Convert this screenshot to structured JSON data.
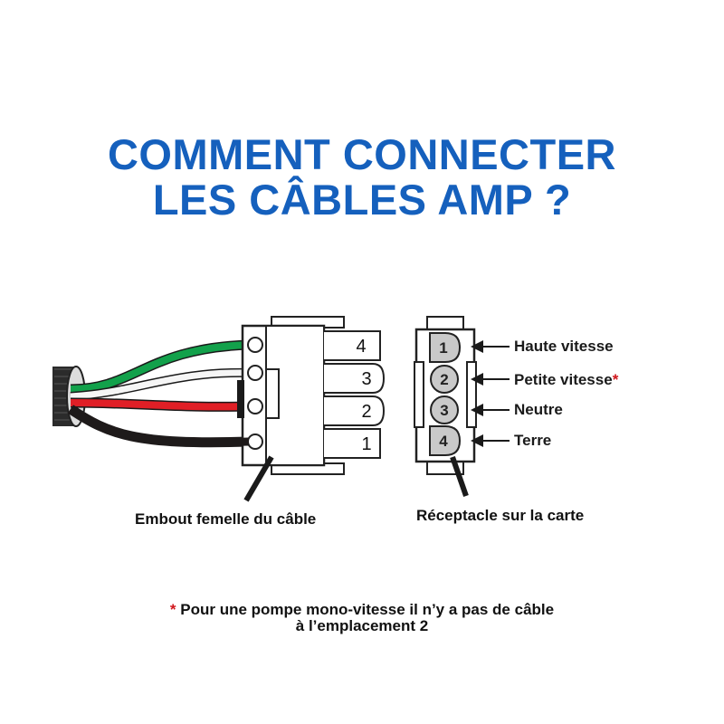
{
  "title": {
    "line1": "COMMENT CONNECTER",
    "line2": "LES CÂBLES AMP ?",
    "color": "#1560bd"
  },
  "plug": {
    "caption": "Embout femelle du câble",
    "slots": [
      "4",
      "3",
      "2",
      "1"
    ],
    "wire_colors": {
      "green": "#12a14b",
      "white": "#f2f2f2",
      "red": "#e01f26",
      "black": "#1e1a1a"
    }
  },
  "receptacle": {
    "caption": "Réceptacle sur la carte",
    "pins": [
      {
        "number": "1",
        "label": "Haute vitesse",
        "marker": ""
      },
      {
        "number": "2",
        "label": "Petite vitesse",
        "marker": "*"
      },
      {
        "number": "3",
        "label": "Neutre",
        "marker": ""
      },
      {
        "number": "4",
        "label": "Terre",
        "marker": ""
      }
    ]
  },
  "footnote": {
    "marker": "*",
    "line1": "Pour une pompe mono-vitesse il n’y a pas de câble",
    "line2": "à l’emplacement 2",
    "marker_color": "#d0161b"
  }
}
